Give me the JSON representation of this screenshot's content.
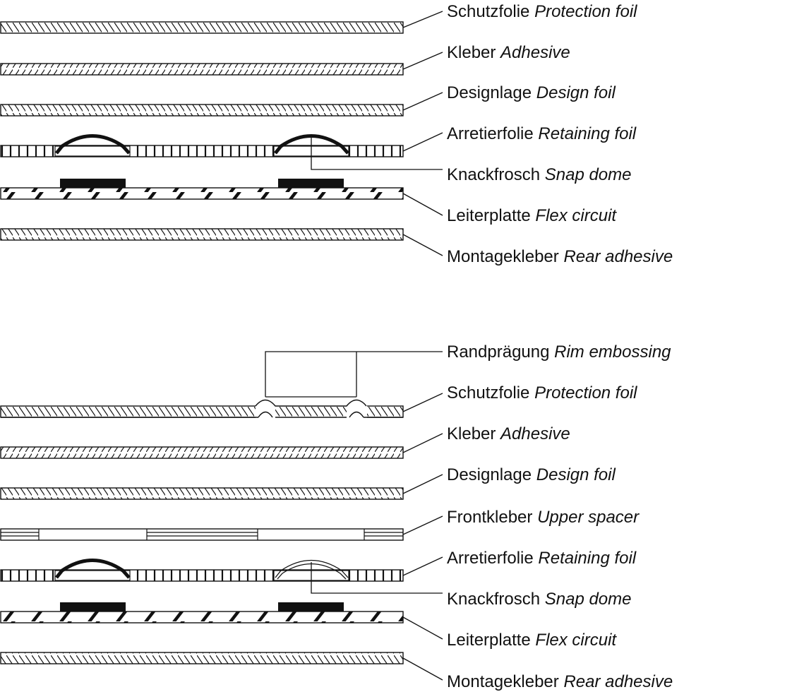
{
  "diagram": {
    "top": {
      "layers": [
        {
          "de": "Schutzfolie",
          "en": "Protection foil"
        },
        {
          "de": "Kleber",
          "en": "Adhesive"
        },
        {
          "de": "Designlage",
          "en": "Design foil"
        },
        {
          "de": "Arretierfolie",
          "en": "Retaining foil"
        },
        {
          "de": "Knackfrosch",
          "en": "Snap dome"
        },
        {
          "de": "Leiterplatte",
          "en": "Flex circuit"
        },
        {
          "de": "Montagekleber",
          "en": "Rear adhesive"
        }
      ]
    },
    "bottom": {
      "layers": [
        {
          "de": "Randprägung",
          "en": "Rim embossing"
        },
        {
          "de": "Schutzfolie",
          "en": "Protection foil"
        },
        {
          "de": "Kleber",
          "en": "Adhesive"
        },
        {
          "de": "Designlage",
          "en": "Design foil"
        },
        {
          "de": "Frontkleber",
          "en": "Upper spacer"
        },
        {
          "de": "Arretierfolie",
          "en": "Retaining foil"
        },
        {
          "de": "Knackfrosch",
          "en": "Snap dome"
        },
        {
          "de": "Leiterplatte",
          "en": "Flex circuit"
        },
        {
          "de": "Montagekleber",
          "en": "Rear adhesive"
        }
      ]
    }
  }
}
